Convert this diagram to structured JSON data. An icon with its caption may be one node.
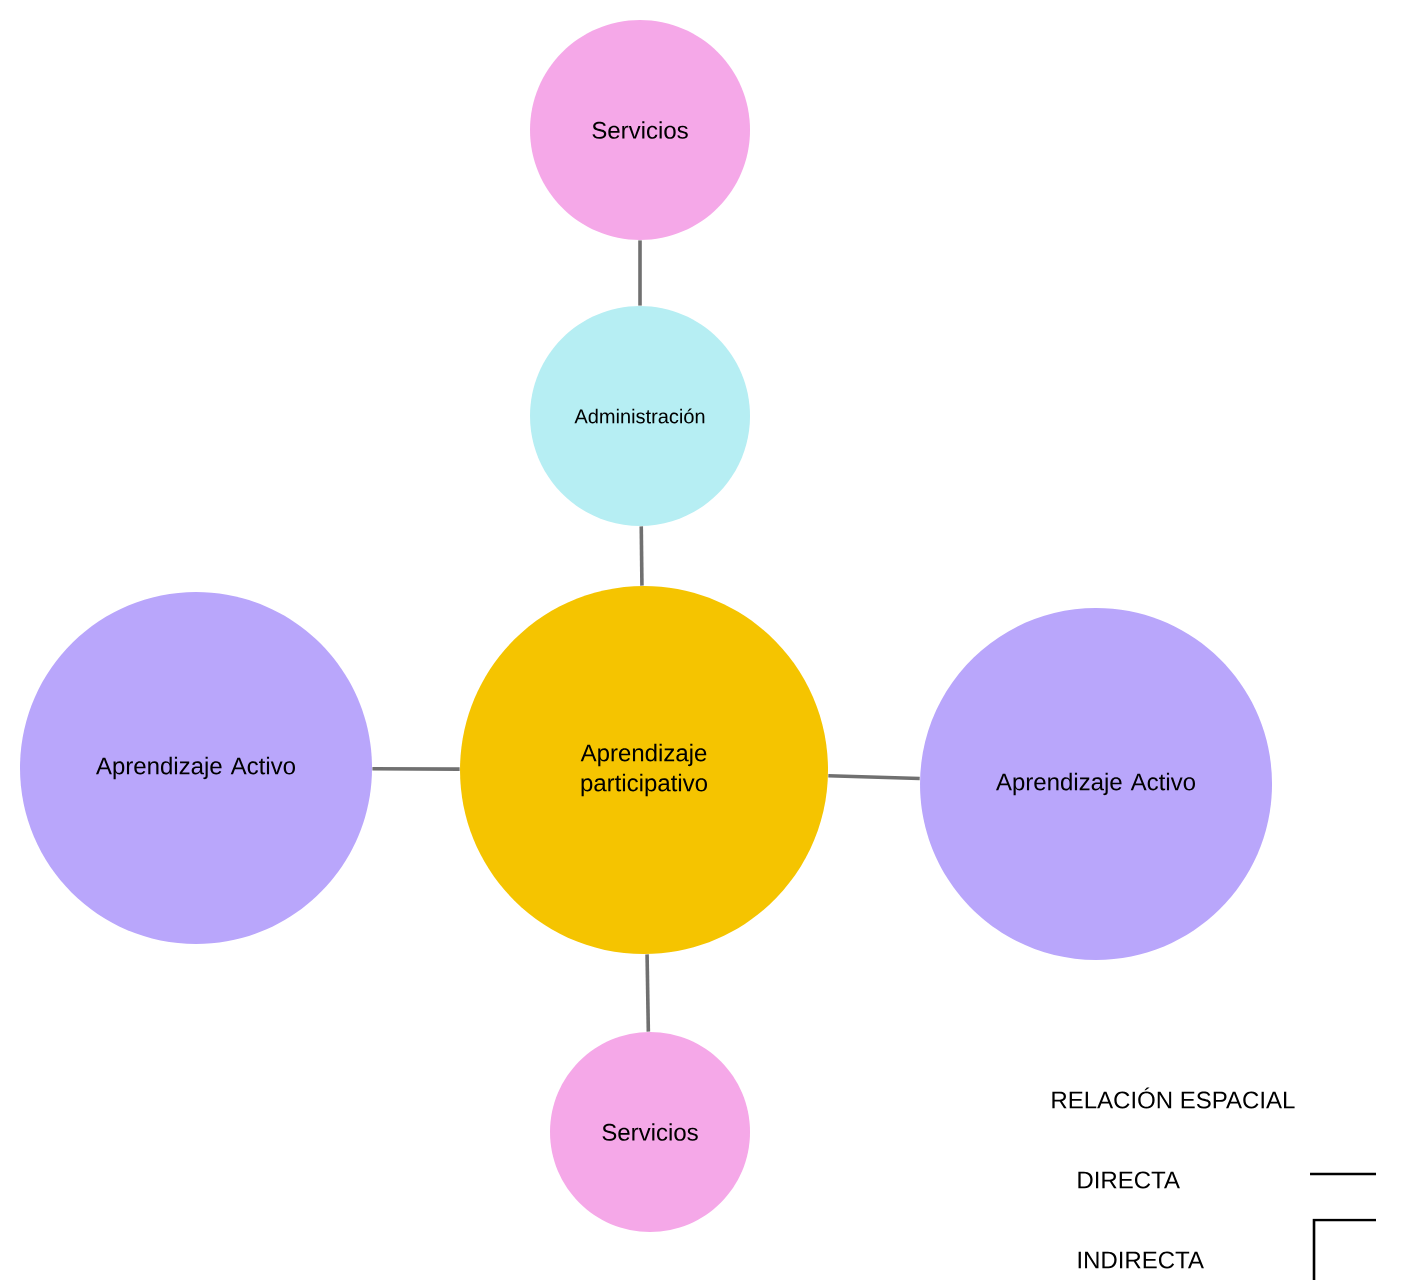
{
  "diagram": {
    "nodes": [
      {
        "text": [
          "Servicios"
        ]
      },
      {
        "text": [
          "Administración"
        ]
      },
      {
        "text": [
          "Aprendizaje Activo"
        ]
      },
      {
        "text": [
          "Aprendizaje participativo"
        ]
      },
      {
        "text": [
          "Aprendizaje Activo"
        ]
      },
      {
        "text": [
          "Servicios"
        ]
      }
    ],
    "edges": [
      {
        "from": 0,
        "to": 1,
        "arrow": "none"
      },
      {
        "from": 1,
        "to": 3,
        "arrow": "none"
      },
      {
        "from": 2,
        "to": 3,
        "arrow": "none"
      },
      {
        "from": 3,
        "to": 4,
        "arrow": "none"
      },
      {
        "from": 3,
        "to": 5,
        "arrow": "none"
      }
    ],
    "labels": [
      "RELACIÓN ESPACIAL"
    ],
    "legend": [
      {
        "text": "DIRECTA"
      },
      {
        "text": "INDIRECTA"
      }
    ]
  }
}
